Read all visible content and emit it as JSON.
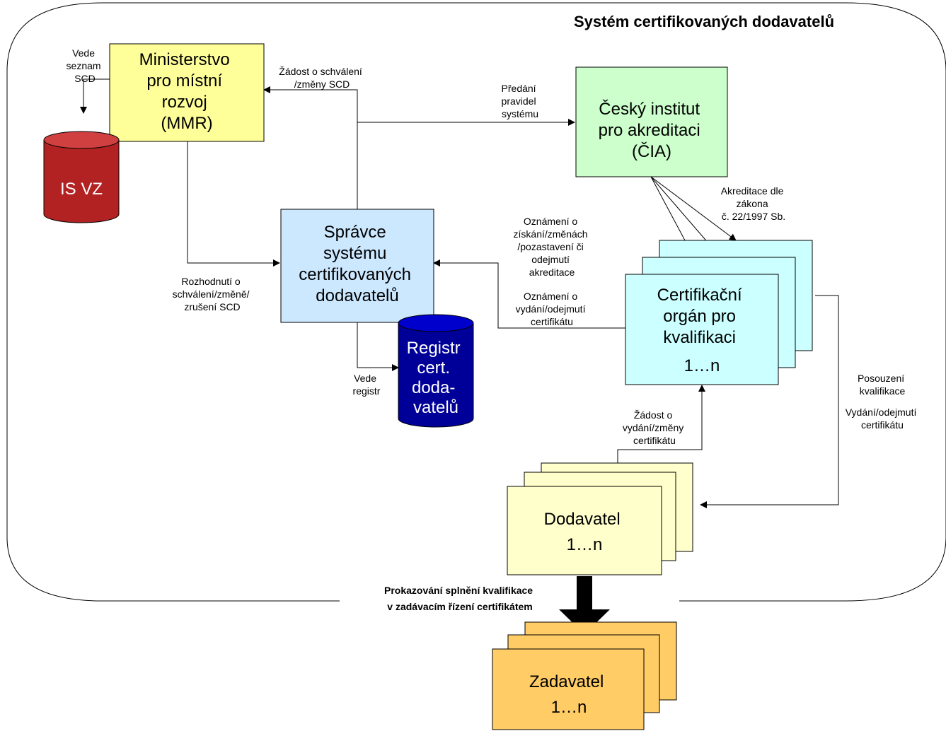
{
  "system": {
    "title": "Systém certifikovaných dodavatelů"
  },
  "nodes": {
    "mmr": {
      "lines": [
        "Ministerstvo",
        "pro místní",
        "rozvoj",
        "(MMR)"
      ],
      "color": "#ffff99"
    },
    "isvz": {
      "lines": [
        "IS VZ"
      ],
      "color": "#b22222"
    },
    "cia": {
      "lines": [
        "Český institut",
        "pro akreditaci",
        "(ČIA)"
      ],
      "color": "#ccffcc"
    },
    "spravce": {
      "lines": [
        "Správce",
        "systému",
        "certifikovaných",
        "dodavatelů"
      ],
      "color": "#cce8ff"
    },
    "registr": {
      "lines": [
        "Registr",
        "cert.",
        "doda-",
        "vatelů"
      ],
      "color": "#000099"
    },
    "organ": {
      "lines": [
        "Certifikační",
        "orgán pro",
        "kvalifikaci",
        "1…n"
      ],
      "color": "#ccffff"
    },
    "dodavatel": {
      "lines": [
        "Dodavatel",
        "1…n"
      ],
      "color": "#ffffcc"
    },
    "zadavatel": {
      "lines": [
        "Zadavatel",
        "1…n"
      ],
      "color": "#ffcc66"
    }
  },
  "labels": {
    "vede_seznam": [
      "Vede",
      "seznam",
      "SCD"
    ],
    "zadost_schvaleni": [
      "Žádost o schválení",
      "/změny SCD"
    ],
    "predani": [
      "Předání",
      "pravidel",
      "systému"
    ],
    "akreditace": [
      "Akreditace dle",
      "zákona",
      "č. 22/1997 Sb."
    ],
    "oznameni_akreditace": [
      "Oznámení o",
      "získání/změnách",
      "/pozastavení či",
      "odejmutí",
      "akreditace"
    ],
    "oznameni_certifikatu": [
      "Oznámení o",
      "vydání/odejmutí",
      "certifikátu"
    ],
    "rozhodnuti": [
      "Rozhodnutí o",
      "schválení/změně/",
      "zrušení SCD"
    ],
    "vede_registr": [
      "Vede",
      "registr"
    ],
    "zadost_certifikatu": [
      "Žádost o",
      "vydání/změny",
      "certifikátu"
    ],
    "posouzeni": [
      "Posouzení",
      "kvalifikace"
    ],
    "vydani": [
      "Vydání/odejmutí",
      "certifikátu"
    ],
    "prokazovani": [
      "Prokazování splnění kvalifikace",
      "v zadávacím řízení certifikátem"
    ]
  }
}
